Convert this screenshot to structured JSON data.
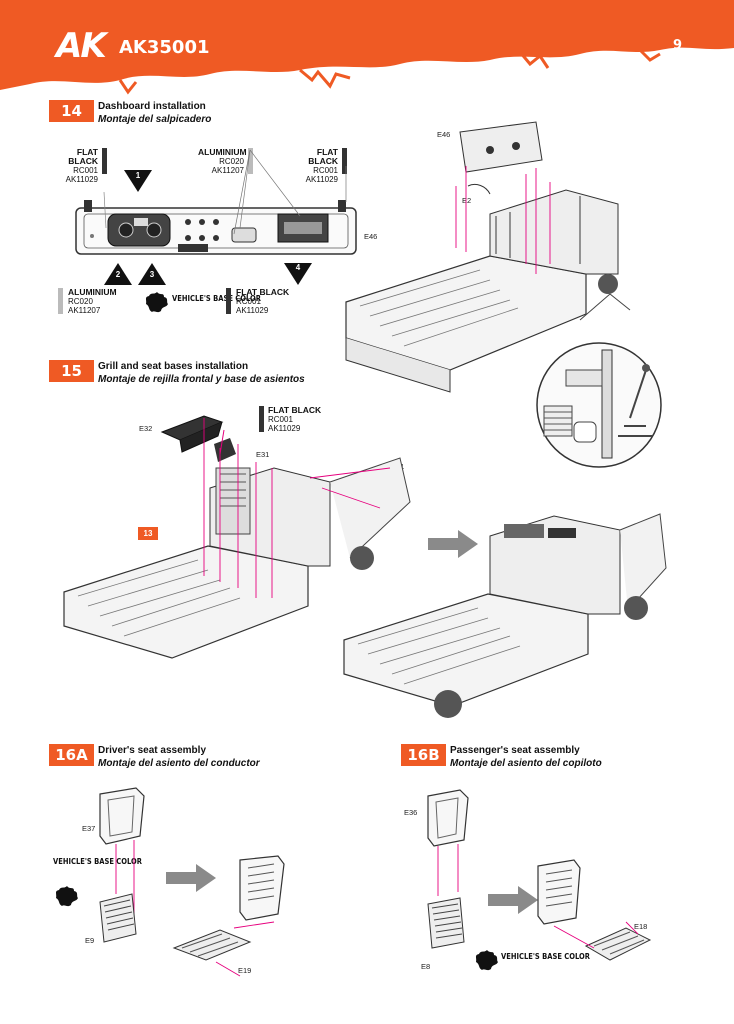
{
  "header": {
    "brand": "AK",
    "code": "AK35001",
    "page": "9"
  },
  "step14": {
    "number": "14",
    "title": "Dashboard installation",
    "subtitle": "Montaje del salpicadero",
    "paint_flat_black_left": {
      "name": "FLAT BLACK",
      "c1": "RC001",
      "c2": "AK11029"
    },
    "paint_aluminium_top": {
      "name": "ALUMINIUM",
      "c1": "RC020",
      "c2": "AK11207"
    },
    "paint_flat_black_right": {
      "name": "FLAT BLACK",
      "c1": "RC001",
      "c2": "AK11029"
    },
    "paint_aluminium_bottom": {
      "name": "ALUMINIUM",
      "c1": "RC020",
      "c2": "AK11207"
    },
    "paint_flat_black_bottom": {
      "name": "FLAT BLACK",
      "c1": "RC001",
      "c2": "AK11029"
    },
    "vehicle_base": "VEHICLE'S BASE COLOR",
    "markers": [
      "1",
      "2",
      "3",
      "4"
    ],
    "parts": {
      "e46a": "E46",
      "e46b": "E46",
      "e2": "E2"
    }
  },
  "step15": {
    "number": "15",
    "title": "Grill and seat bases installation",
    "subtitle": "Montaje de rejilla frontal y base de asientos",
    "paint": {
      "name": "FLAT BLACK",
      "c1": "RC001",
      "c2": "AK11029"
    },
    "parts": {
      "e32": "E32",
      "e31": "E31",
      "e41": "E41"
    },
    "ref": "13"
  },
  "step16a": {
    "number": "16A",
    "title": "Driver's seat assembly",
    "subtitle": "Montaje del asiento del conductor",
    "vehicle_base": "VEHICLE'S BASE COLOR",
    "parts": {
      "e37": "E37",
      "e9": "E9",
      "e19": "E19"
    }
  },
  "step16b": {
    "number": "16B",
    "title": "Passenger's seat assembly",
    "subtitle": "Montaje del asiento del copiloto",
    "vehicle_base": "VEHICLE'S BASE COLOR",
    "parts": {
      "e36": "E36",
      "e8": "E8",
      "e18": "E18"
    }
  },
  "colors": {
    "accent": "#ef5a24",
    "leader": "#e6007e",
    "arrow_gray": "#8a8a8a"
  }
}
